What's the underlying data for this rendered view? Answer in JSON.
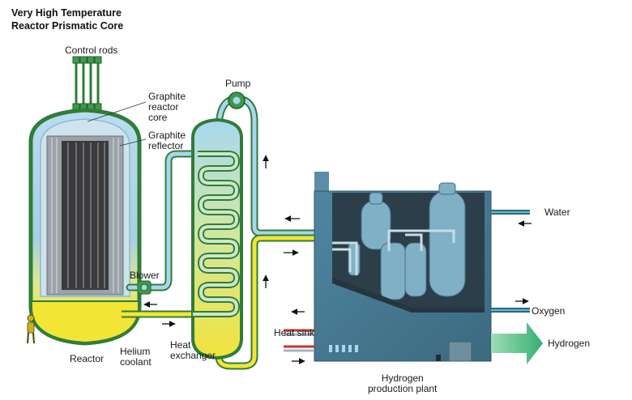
{
  "title": {
    "line1": "Very High Temperature",
    "line2": "Reactor Prismatic Core"
  },
  "labels": {
    "control_rods": "Control rods",
    "graphite_core": [
      "Graphite",
      "reactor",
      "core"
    ],
    "graphite_reflector": [
      "Graphite",
      "reflector"
    ],
    "pump": "Pump",
    "blower": "Blower",
    "reactor": "Reactor",
    "helium_coolant": [
      "Helium",
      "coolant"
    ],
    "heat_exchanger": [
      "Heat",
      "exchanger"
    ],
    "heat_sink": "Heat sink",
    "hydrogen_plant": [
      "Hydrogen",
      "production plant"
    ],
    "water": "Water",
    "oxygen": "Oxygen",
    "hydrogen": "Hydrogen"
  },
  "colors": {
    "vessel_outline": "#2f7d3a",
    "coolant_yellow": "#f2e632",
    "cool_blue": "#a9d6ee",
    "plant_body": "#3f6f86",
    "plant_dark": "#2a3f4c",
    "hydrogen_arrow": "#3fb87a"
  }
}
